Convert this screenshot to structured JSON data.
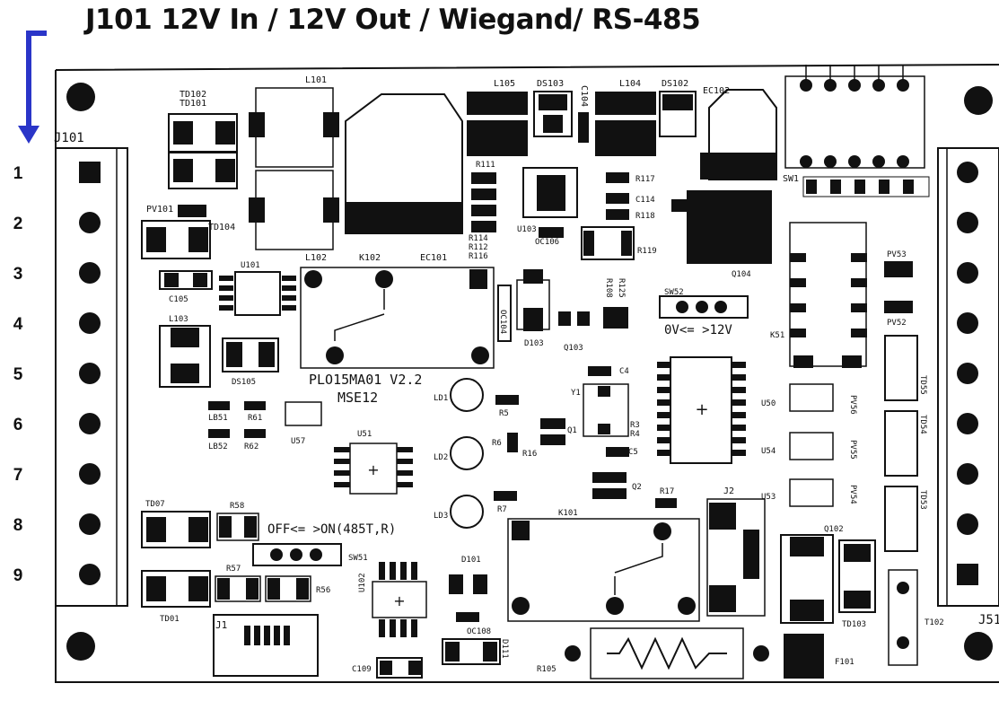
{
  "title": "J101 12V In / 12V Out / Wiegand/ RS-485",
  "indicator_color": "#2a35c8",
  "pin_numbers": [
    "1",
    "2",
    "3",
    "4",
    "5",
    "6",
    "7",
    "8",
    "9"
  ],
  "board": {
    "connector_left": "J101",
    "connector_right": "J51",
    "relay_label": "PLO15MA01  V2.2",
    "relay_sublabel": "MSE12",
    "switch_sw52_label": "0V<= >12V",
    "switch_sw51_label": "OFF<= >ON(485T,R)",
    "labels": {
      "TD102": "TD102",
      "TD101": "TD101",
      "L101": "L101",
      "L105": "L105",
      "DS103": "DS103",
      "C104": "C104",
      "L104": "L104",
      "DS102": "DS102",
      "EC102": "EC102",
      "PV101": "PV101",
      "TD104": "TD104",
      "L102": "L102",
      "K102": "K102",
      "EC101": "EC101",
      "R111": "R111",
      "R114": "R114",
      "R112": "R112",
      "R116": "R116",
      "U103": "U103",
      "OC106": "OC106",
      "R117": "R117",
      "C114": "C114",
      "R118": "R118",
      "R119": "R119",
      "Q104": "Q104",
      "SW1": "SW1",
      "C105": "C105",
      "U101": "U101",
      "L103": "L103",
      "DS105": "DS105",
      "OC104": "OC104",
      "D103": "D103",
      "Q103": "Q103",
      "R108": "R108",
      "R125": "R125",
      "SW52": "SW52",
      "K51": "K51",
      "PV53": "PV53",
      "PV52": "PV52",
      "LD1": "LD1",
      "LD2": "LD2",
      "LD3": "LD3",
      "R5": "R5",
      "R6": "R6",
      "R16": "R16",
      "R7": "R7",
      "Q1": "Q1",
      "Y1": "Y1",
      "C4": "C4",
      "R4": "R4",
      "R3": "R3",
      "C5": "C5",
      "Q2": "Q2",
      "U50": "U50",
      "U54": "U54",
      "U53": "U53",
      "PV56": "PV56",
      "PV55": "PV55",
      "PV54": "PV54",
      "TD55": "TD55",
      "TD54": "TD54",
      "TD53": "TD53",
      "LB51": "LB51",
      "R61": "R61",
      "LB52": "LB52",
      "R62": "R62",
      "U57": "U57",
      "U51": "U51",
      "TD07": "TD07",
      "R58": "R58",
      "SW51": "SW51",
      "R57": "R57",
      "R56": "R56",
      "TD01": "TD01",
      "J1": "J1",
      "C109": "C109",
      "U102": "U102",
      "D101": "D101",
      "OC108": "OC108",
      "D111": "D111",
      "K101": "K101",
      "R17": "R17",
      "J2": "J2",
      "Q102": "Q102",
      "TD103": "TD103",
      "T102": "T102",
      "R105": "R105",
      "F101": "F101"
    }
  }
}
